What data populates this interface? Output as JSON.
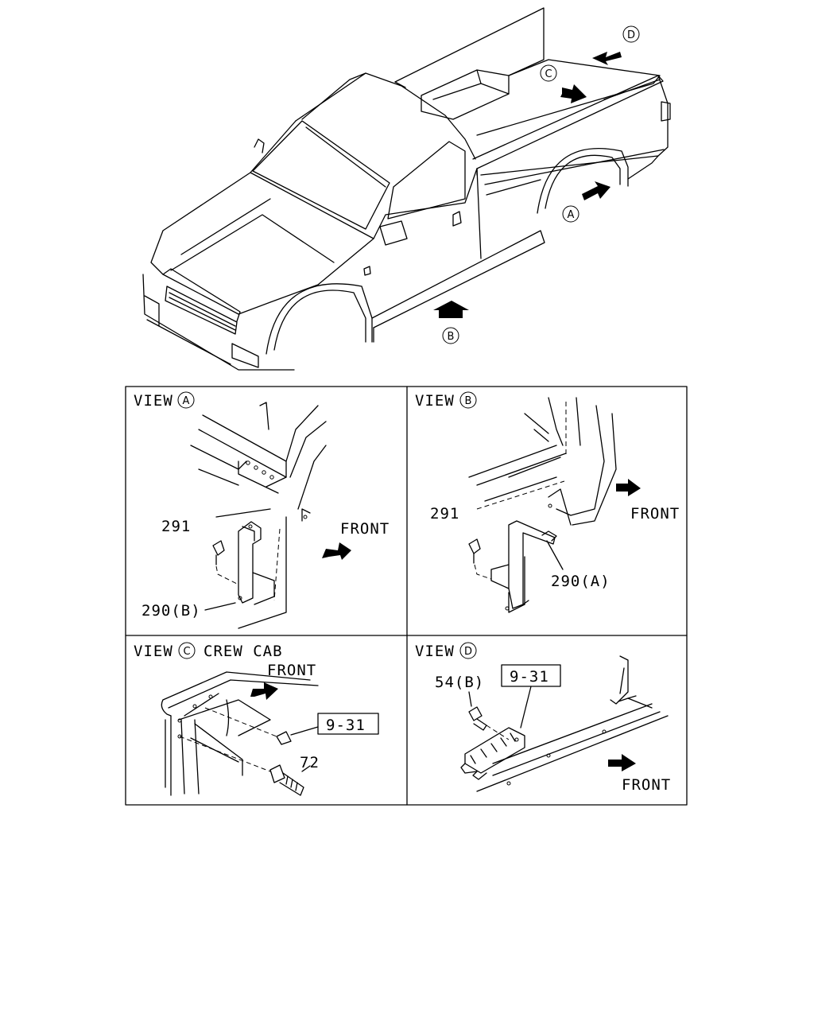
{
  "overview": {
    "markers": {
      "a": "A",
      "b": "B",
      "c": "C",
      "d": "D"
    }
  },
  "views": {
    "a": {
      "title_prefix": "VIEW",
      "title_letter": "A",
      "front_label": "FRONT",
      "parts": {
        "bolt": "291",
        "bracket": "290(B)"
      }
    },
    "b": {
      "title_prefix": "VIEW",
      "title_letter": "B",
      "front_label": "FRONT",
      "parts": {
        "bolt": "291",
        "bracket": "290(A)"
      }
    },
    "c": {
      "title_prefix": "VIEW",
      "title_letter": "C",
      "title_suffix": "CREW CAB",
      "front_label": "FRONT",
      "parts": {
        "ref": "9-31",
        "bolt": "72"
      }
    },
    "d": {
      "title_prefix": "VIEW",
      "title_letter": "D",
      "front_label": "FRONT",
      "parts": {
        "ref": "9-31",
        "bolt": "54(B)"
      }
    }
  }
}
